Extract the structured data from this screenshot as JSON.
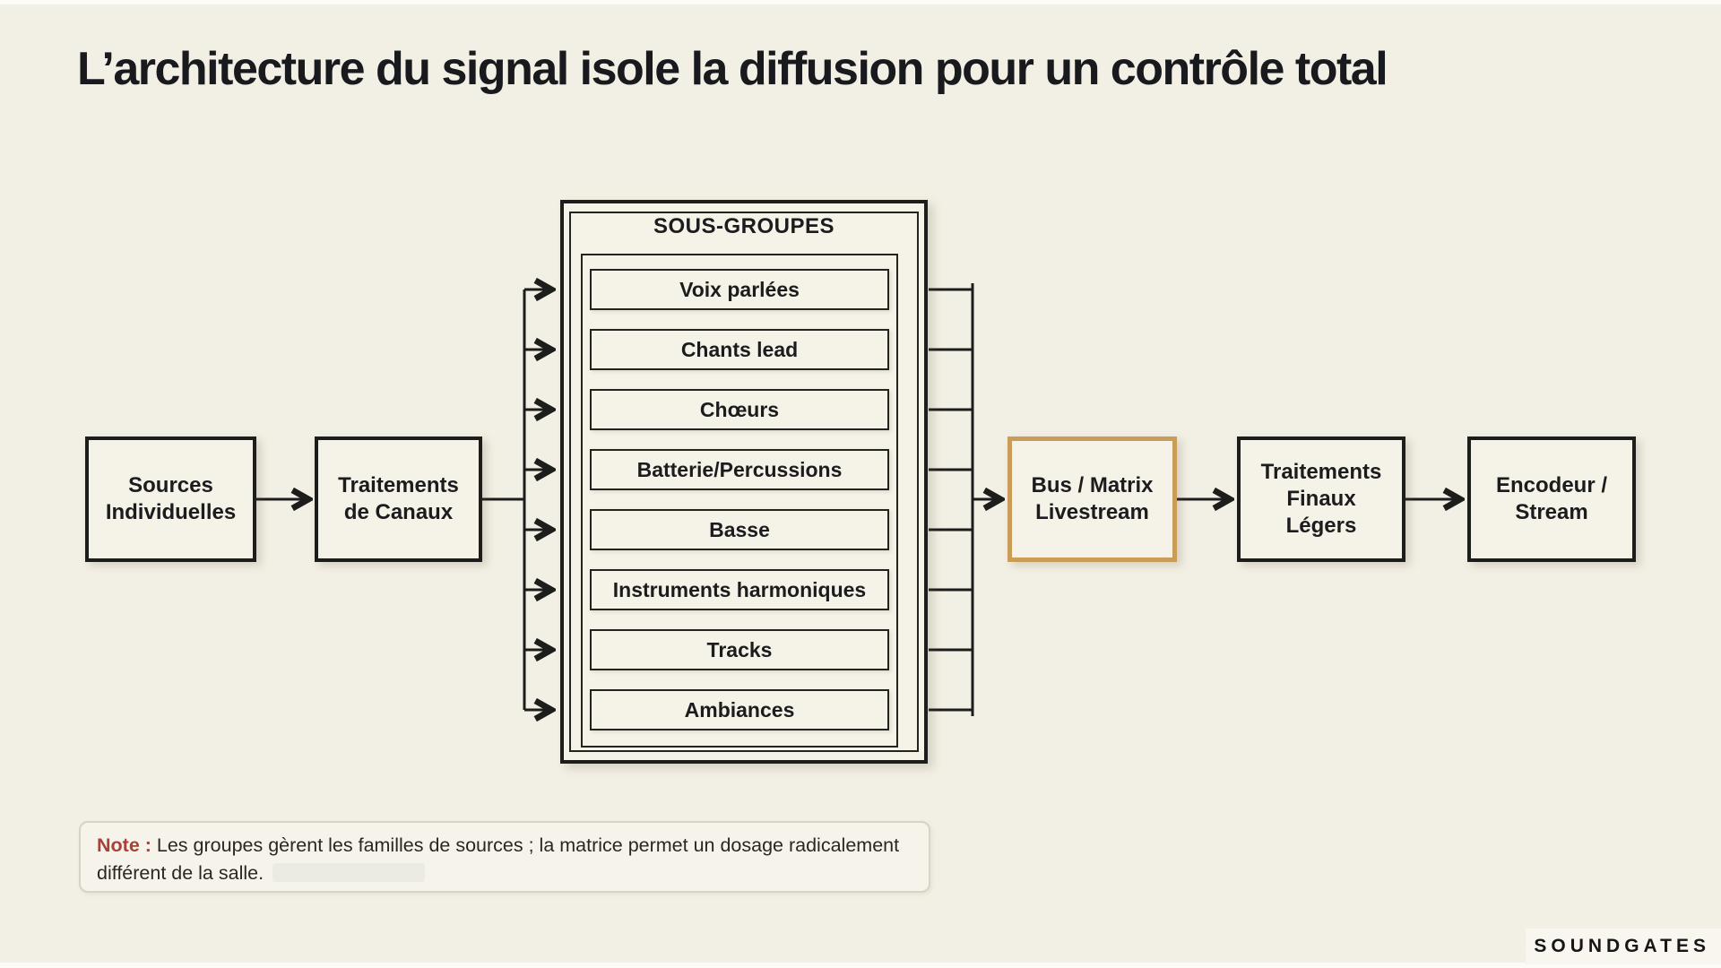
{
  "title": "L’architecture du signal isole la diffusion pour un contrôle total",
  "colors": {
    "background": "#f2efe4",
    "box_fill": "#f5f2e8",
    "box_border": "#1d1d1b",
    "highlight_border": "#c99c58",
    "note_label_color": "#a84138"
  },
  "flow": {
    "sources": {
      "label": "Sources\nIndividuelles"
    },
    "channel_processing": {
      "label": "Traitements\nde Canaux"
    },
    "subgroups": {
      "title": "SOUS-GROUPES",
      "rows": [
        "Voix parlées",
        "Chants lead",
        "Chœurs",
        "Batterie/Percussions",
        "Basse",
        "Instruments harmoniques",
        "Tracks",
        "Ambiances"
      ]
    },
    "bus_matrix": {
      "label": "Bus / Matrix\nLivestream"
    },
    "final_processing": {
      "label": "Traitements\nFinaux\nLégers"
    },
    "encoder": {
      "label": "Encodeur /\nStream"
    }
  },
  "note": {
    "label": "Note :",
    "text": " Les groupes gèrent les familles de sources ; la matrice permet un dosage radicalement différent de la salle."
  },
  "footer": {
    "brand": "SOUNDGATES",
    "logo_icon": "play-triangle-soundbars-icon"
  }
}
